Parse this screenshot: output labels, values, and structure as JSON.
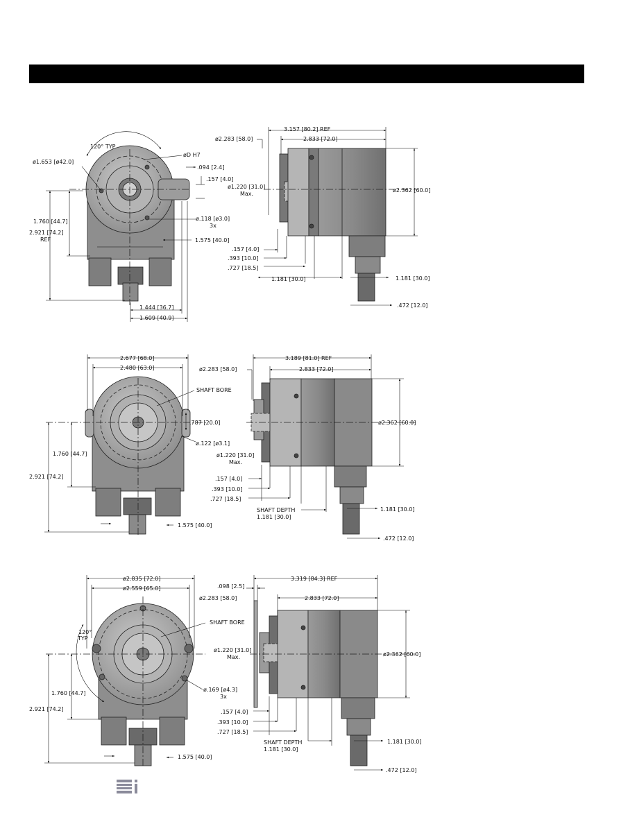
{
  "header": {
    "title": ""
  },
  "d1": {
    "angle": "120° TYP",
    "od_42": "ø1.653 [ø42.0]",
    "od_h7": "øD  H7",
    "d094": ".094 [2.4]",
    "d157": ".157 [4.0]",
    "d1760": "1.760 [44.7]",
    "d2921": "2.921 [74.2]",
    "ref": "REF",
    "d118": "ø.118 [ø3.0]",
    "x3": "3x",
    "d1575": "1.575 [40.0]",
    "d1444": "1.444 [36.7]",
    "d1609": "1.609 [40.9]"
  },
  "s1": {
    "d3157": "3.157 [80.2] REF",
    "d2283": "ø2.283 [58.0]",
    "d2833": "2.833 [72.0]",
    "d1220": "ø1.220 [31.0]",
    "max": "Max.",
    "d2362": "ø2.362 [60.0]",
    "d157": ".157 [4.0]",
    "d393": ".393 [10.0]",
    "d727": ".727 [18.5]",
    "d1181a": "1.181 [30.0]",
    "d1181b": "1.181 [30.0]",
    "d472": ".472 [12.0]"
  },
  "d2": {
    "d2677": "2.677 [68.0]",
    "d2480": "2.480 [63.0]",
    "shaft_bore": "SHAFT BORE",
    "d787": ".787 [20.0]",
    "d122": "ø.122 [ø3.1]",
    "d1760": "1.760 [44.7]",
    "d2921": "2.921 [74.2]",
    "d1575": "1.575 [40.0]"
  },
  "s2": {
    "d3189": "3.189 [81.0] REF",
    "d2283": "ø2.283 [58.0]",
    "d2833": "2.833 [72.0]",
    "d2362": "ø2.362 [60.0]",
    "d1220": "ø1.220 [31.0]",
    "max": "Max.",
    "d157": ".157 [4.0]",
    "d393": ".393 [10.0]",
    "d727": ".727 [18.5]",
    "shaft_depth": "SHAFT DEPTH",
    "d1181a": "1.181 [30.0]",
    "d1181b": "1.181 [30.0]",
    "d472": ".472 [12.0]"
  },
  "d3": {
    "d2835": "ø2.835 [72.0]",
    "d2559": "ø2.559 [65.0]",
    "d098": ".098 [2.5]",
    "shaft_bore": "SHAFT BORE",
    "angle": "120°",
    "typ": "TYP",
    "d1760": "1.760 [44.7]",
    "d2921": "2.921 [74.2]",
    "d169": "ø.169 [ø4.3]",
    "x3": "3x",
    "d1575": "1.575 [40.0]"
  },
  "s3": {
    "d3319": "3.319 [84.3] REF",
    "d2283": "ø2.283 [58.0]",
    "d2833": "2.833 [72.0]",
    "d1220": "ø1.220 [31.0]",
    "max": "Max.",
    "d2362": "ø2.362 [60.0]",
    "d157": ".157 [4.0]",
    "d393": ".393 [10.0]",
    "d727": ".727 [18.5]",
    "shaft_depth": "SHAFT DEPTH",
    "d1181a": "1.181 [30.0]",
    "d1181b": "1.181 [30.0]",
    "d472": ".472 [12.0]"
  }
}
